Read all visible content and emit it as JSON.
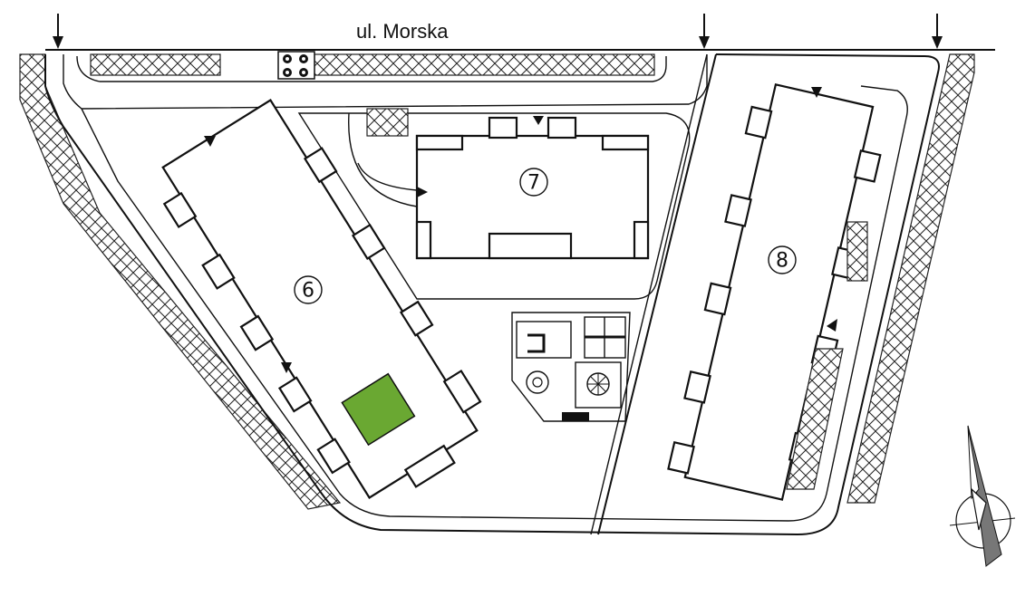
{
  "map": {
    "street_label": "ul. Morska",
    "buildings": [
      {
        "number": "6",
        "name": "building-6"
      },
      {
        "number": "7",
        "name": "building-7"
      },
      {
        "number": "8",
        "name": "building-8"
      }
    ],
    "colors": {
      "highlight_unit": "#6aa832",
      "lines": "#111111",
      "background": "#ffffff"
    },
    "icons": [
      "north-arrow-icon",
      "entrance-arrow-icon",
      "hatched-greenery-strip",
      "playground-icon",
      "fountain-icon",
      "gazebo-icon"
    ]
  }
}
